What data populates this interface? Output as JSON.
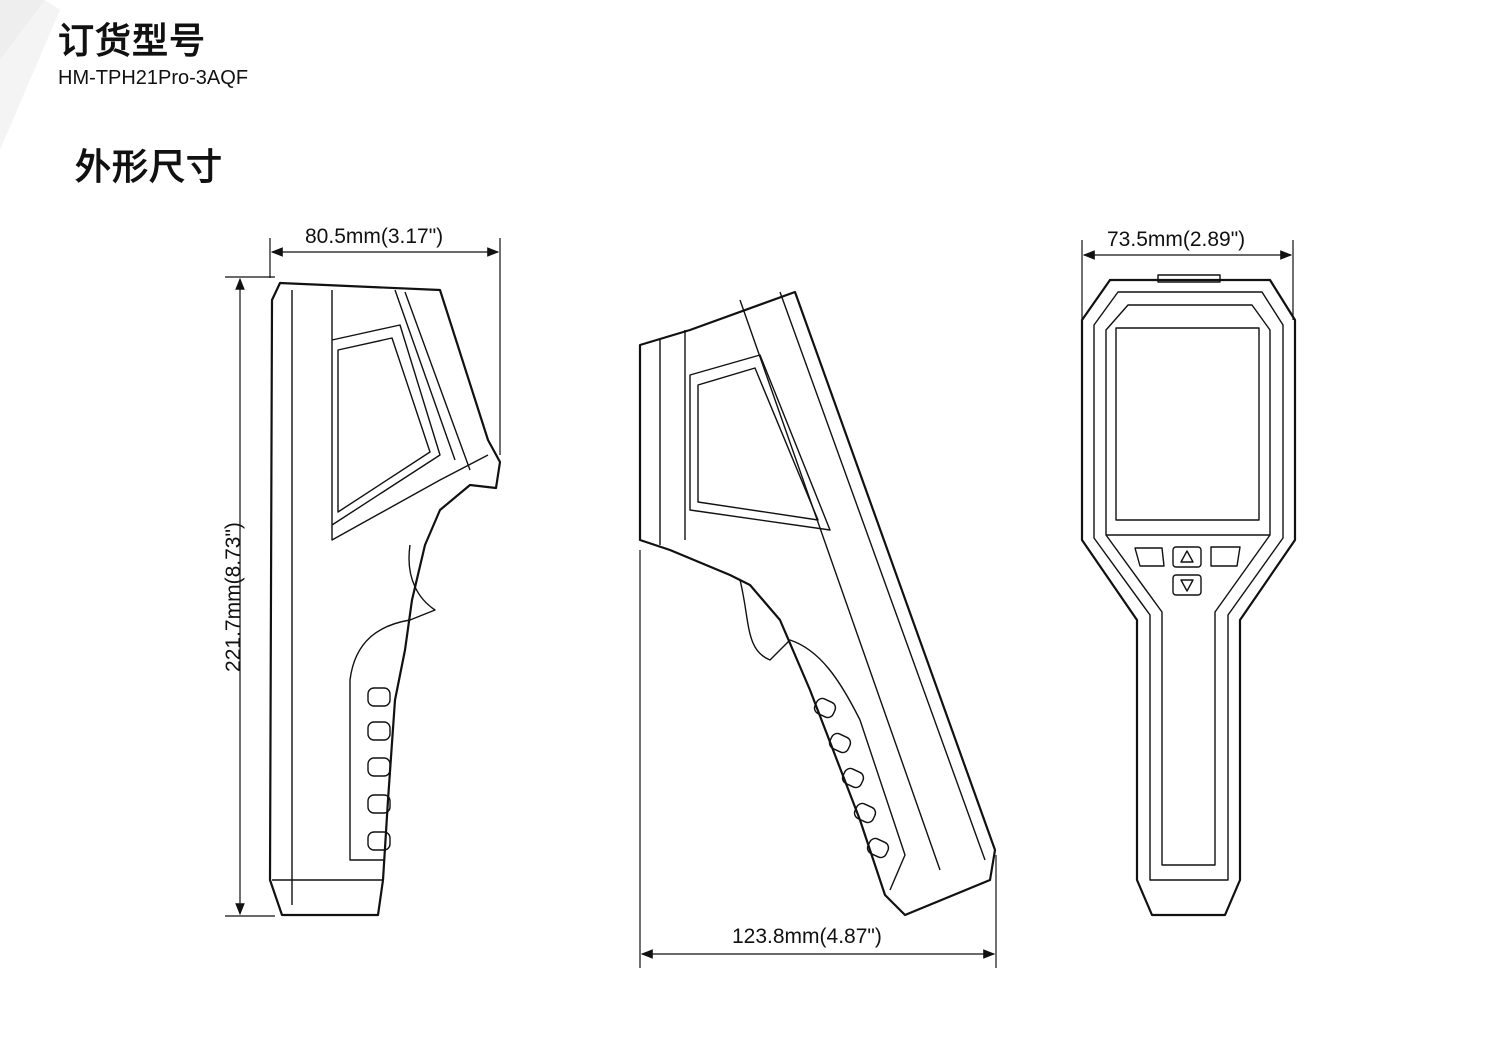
{
  "order_model": {
    "heading": "订货型号",
    "model": "HM-TPH21Pro-3AQF"
  },
  "dimensions_section": {
    "heading": "外形尺寸",
    "side_view_width": "80.5mm(3.17\")",
    "side_view_height": "221.7mm(8.73\")",
    "angled_view_depth": "123.8mm(4.87\")",
    "front_view_width": "73.5mm(2.89\")"
  }
}
